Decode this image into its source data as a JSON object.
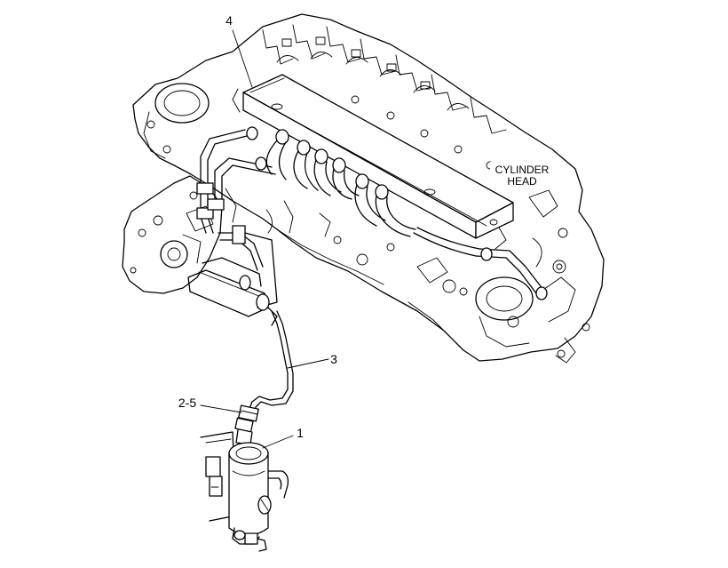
{
  "callouts": {
    "c1": "1",
    "c2_5": "2-5",
    "c3": "3",
    "c4": "4"
  },
  "labels": {
    "head_line1": "CYLINDER",
    "head_line2": "HEAD"
  }
}
